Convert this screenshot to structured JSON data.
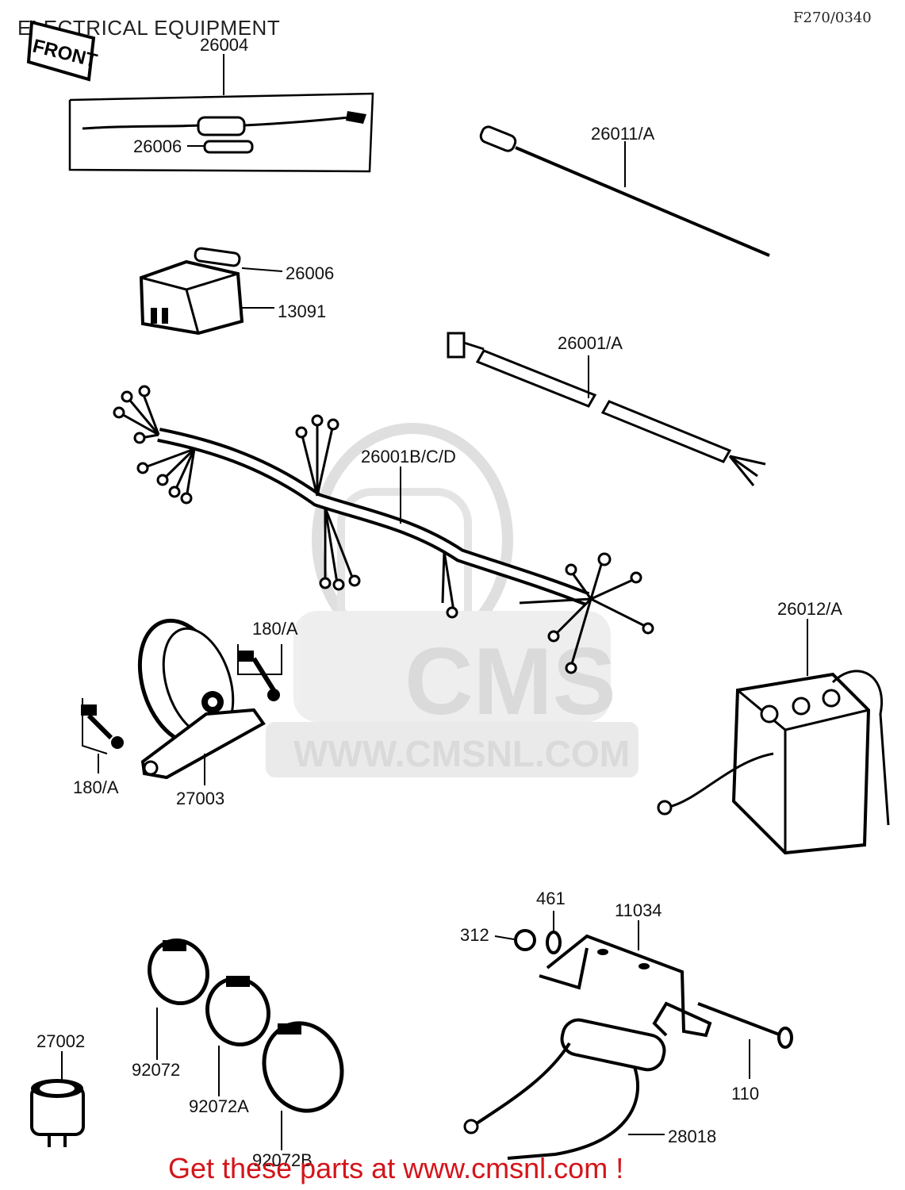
{
  "header": {
    "title": "ELECTRICAL EQUIPMENT",
    "ref_code": "F270/0340"
  },
  "front_marker": "FRONT",
  "watermark": {
    "brand": "CMS",
    "site": "WWW.CMSNL.COM",
    "color": "#d6d6d6"
  },
  "labels": {
    "p26004": "26004",
    "p26006a": "26006",
    "p26011": "26011/A",
    "p26006b": "26006",
    "p13091": "13091",
    "p26001a": "26001/A",
    "p26001b": "26001B/C/D",
    "p180a_top": "180/A",
    "p180a_bot": "180/A",
    "p27003": "27003",
    "p26012": "26012/A",
    "p461": "461",
    "p11034": "11034",
    "p312": "312",
    "p27002": "27002",
    "p92072": "92072",
    "p92072a": "92072A",
    "p92072b": "92072B",
    "p110": "110",
    "p28018": "28018"
  },
  "footer": {
    "cta": "Get these parts at www.cmsnl.com !",
    "color": "#d4141a"
  }
}
